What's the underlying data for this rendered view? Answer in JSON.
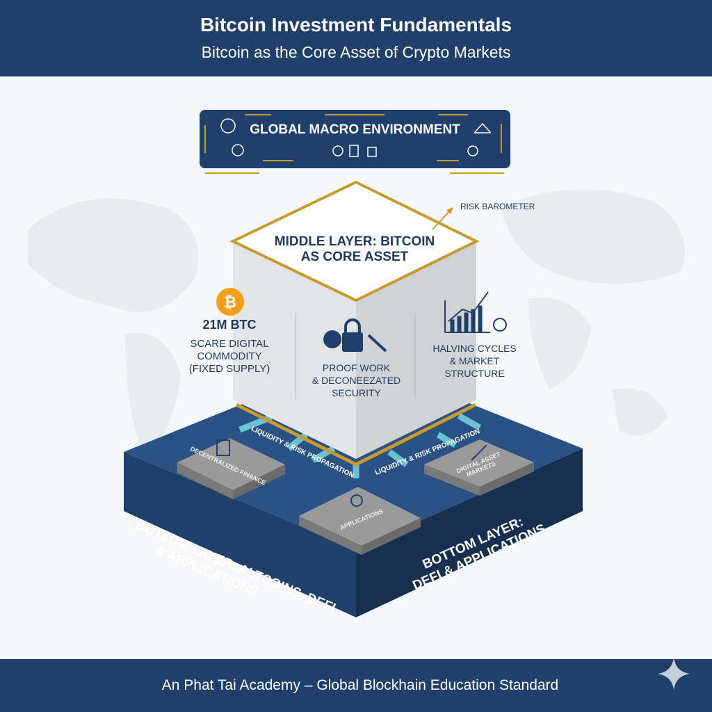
{
  "header": {
    "title": "Bitcoin Investment Fundamentals",
    "subtitle": "Bitcoin as the Core Asset of Crypto Markets"
  },
  "macro": {
    "title": "GLOBAL MACRO ENVIRONMENT"
  },
  "risk_label": "RISK BAROMETER",
  "middle": {
    "title_line1": "MIDDLE LAYER: BITCOIN",
    "title_line2": "AS CORE ASSET",
    "left": {
      "headline": "21M BTC",
      "line1": "SCARE DIGITAL",
      "line2": "COMMODITY",
      "line3": "(FIXED SUPPLY)"
    },
    "center": {
      "line1": "PROOF WORK",
      "line2": "& DECONEEZATED",
      "line3": "SECURITY"
    },
    "right": {
      "line1": "HALVING CYCLES",
      "line2": "& MARKET",
      "line3": "STRUCTURE"
    }
  },
  "flows": {
    "left": "LIQUIDITY & RISK PROPAGATION",
    "right": "LIQUIDITY & RISK PROPAGATION"
  },
  "tiles": {
    "defi": "DECENTRALIZED FINANCE",
    "apps": "APPLICATIONS",
    "markets": "DIGITAL ASSET MARKETS"
  },
  "bottom": {
    "left_line1": "BOTTOM LAYER: ALTCOINS, DEFI",
    "left_line2": "& APPLICATIONS",
    "right_line1": "BOTTOM LAYER:",
    "right_line2": "DEFI & APPLICATIONS"
  },
  "footer": {
    "text": "An Phat Tai Academy – Global Blockhain Education Standard"
  },
  "colors": {
    "navy": "#1f406b",
    "gold": "#c99a2e",
    "cyan": "#6fcfdc",
    "bitcoin": "#f2a01a"
  }
}
